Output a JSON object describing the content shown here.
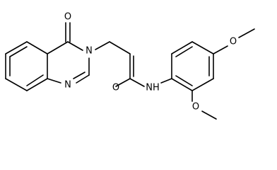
{
  "molecule": {
    "atom_labels": {
      "carbonyl_o_ring": "O",
      "n3": "N",
      "n1": "N",
      "amide_o": "O",
      "amide_nh": "NH",
      "ome_top_o": "O",
      "ome_bottom_o": "O"
    },
    "colors": {
      "bond": "#000000",
      "text": "#000000",
      "background": "#ffffff"
    }
  }
}
